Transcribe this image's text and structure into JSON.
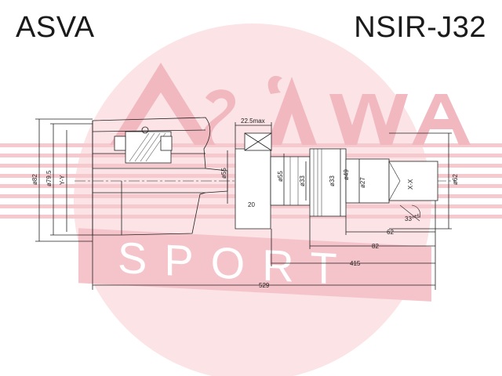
{
  "header": {
    "brand": "ASVA",
    "part_number": "NSIR-J32"
  },
  "watermark": {
    "logo_text": "ASVA",
    "sub_text": "SPORT",
    "color": "#f4c6cc",
    "circle_color": "#fbe0e3"
  },
  "dimensions": {
    "d82": "ø82",
    "d79_5": "ø79.5",
    "yy": "Y-Y",
    "d55a": "ø55",
    "max_len": "22.5max",
    "d55b": "ø55",
    "len20": "20",
    "d33a": "ø33",
    "d33b": "ø33",
    "d49": "ø49",
    "d27": "ø27",
    "xx": "X-X",
    "d62": "ø62",
    "angle": "33°",
    "angle_tol": "±5",
    "len62": "62",
    "len82": "82",
    "len415": "415",
    "len529": "529"
  },
  "colors": {
    "line": "#222222",
    "accent": "#e8a0a8"
  }
}
